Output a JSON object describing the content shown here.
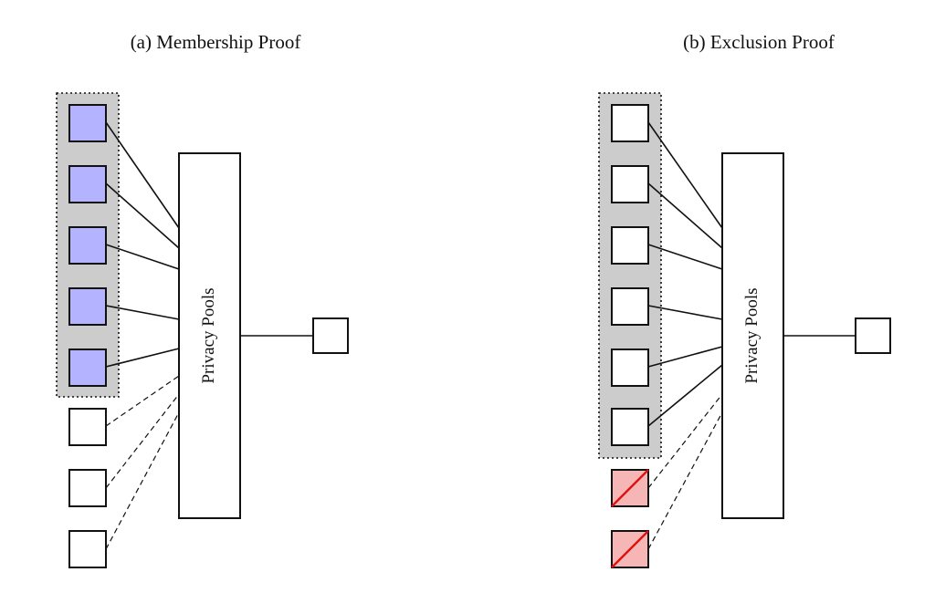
{
  "panel_a": {
    "title": "(a) Membership Proof",
    "pool_label": "Privacy Pools",
    "colors": {
      "included_fill": "#b3b3ff",
      "group_fill": "#cccccc"
    }
  },
  "panel_b": {
    "title": "(b) Exclusion Proof",
    "pool_label": "Privacy Pools",
    "colors": {
      "excluded_fill": "#f7b6b6",
      "excluded_stroke": "#e01010",
      "group_fill": "#cccccc"
    }
  }
}
